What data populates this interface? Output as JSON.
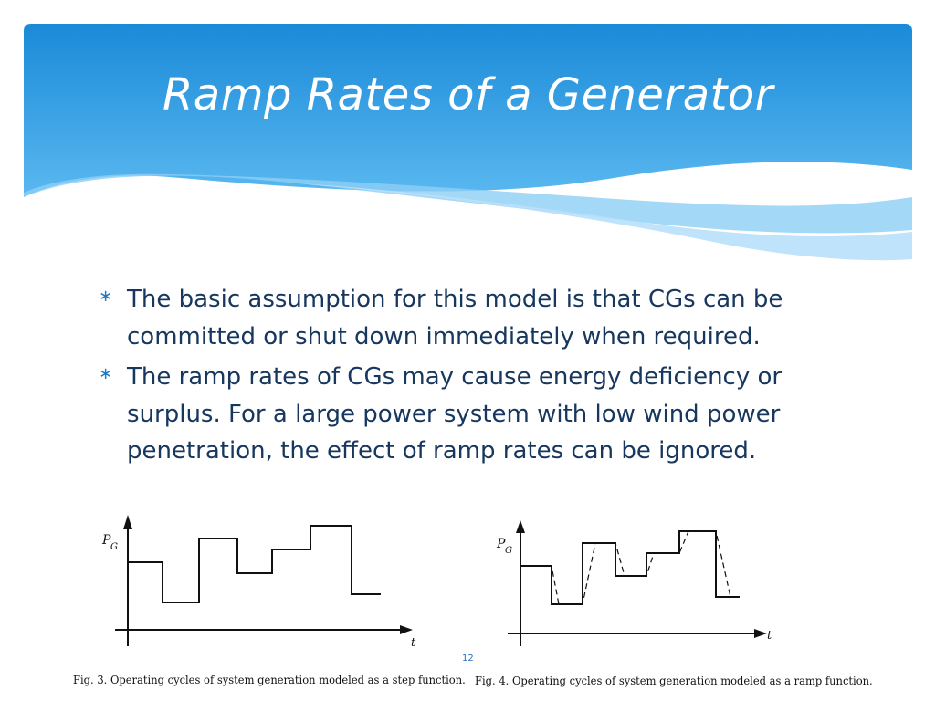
{
  "slide": {
    "title": "Ramp Rates of a Generator",
    "page_number": "12",
    "bullets": [
      {
        "text": "The basic assumption for this model is that CGs can be committed or shut down immediately when required."
      },
      {
        "text": "The ramp rates of CGs may cause energy deficiency or surplus. For a large power system with low wind power penetration, the effect of ramp rates can be ignored."
      }
    ],
    "bullet_marker": "∗",
    "colors": {
      "header_top": "#1a8ad8",
      "header_bottom": "#5ab8f0",
      "title": "#ffffff",
      "body_text": "#17375e",
      "accent": "#1e78c8"
    }
  },
  "figures": {
    "fig3": {
      "y_label": "P",
      "y_label_sub": "G",
      "x_label": "t",
      "caption": "Fig. 3.   Operating cycles of system generation modeled as a step function."
    },
    "fig4": {
      "y_label": "P",
      "y_label_sub": "G",
      "x_label": "t",
      "caption": "Fig. 4.   Operating cycles of system generation modeled as a ramp function."
    }
  }
}
